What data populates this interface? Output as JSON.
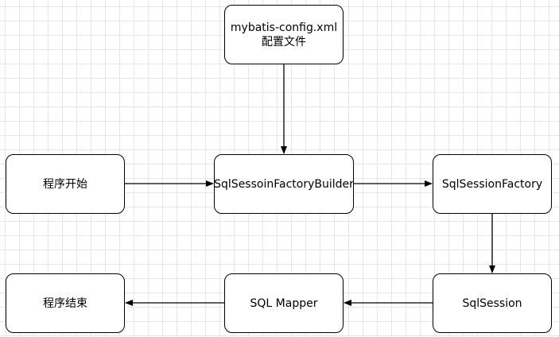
{
  "nodes": {
    "config": "mybatis-config.xml配置文件",
    "start": "程序开始",
    "builder": "SqlSessoinFactoryBuilder",
    "factory": "SqlSessionFactory",
    "session": "SqlSession",
    "mapper": "SQL Mapper",
    "end": "程序结束"
  },
  "colors": {
    "line": "#000000",
    "node_border": "#000000",
    "grid": "#e6e6e6",
    "background": "#ffffff"
  }
}
